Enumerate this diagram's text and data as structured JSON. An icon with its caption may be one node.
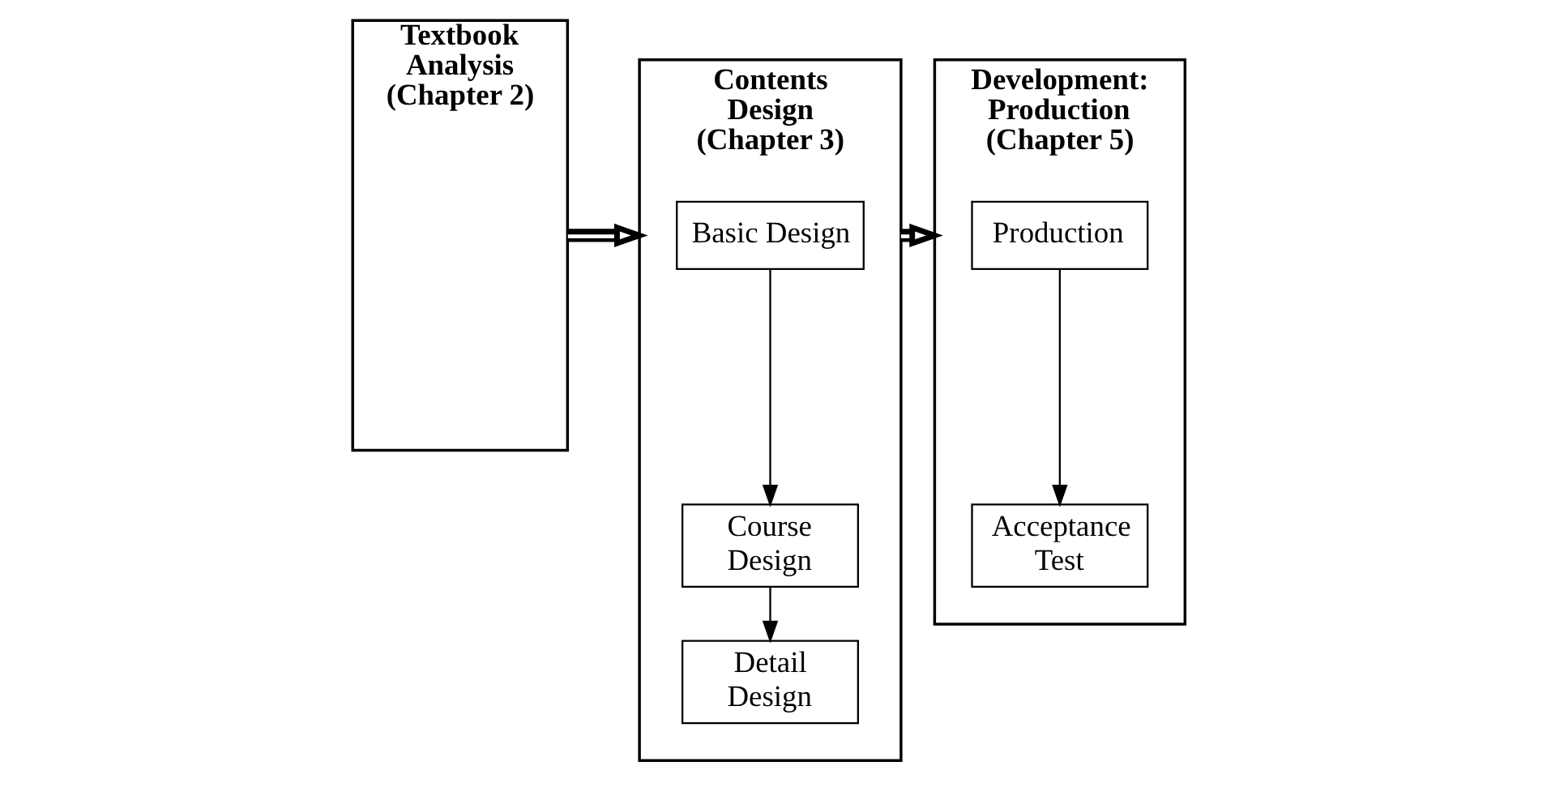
{
  "diagram": {
    "nodes": [
      {
        "text": [
          "Textbook Analysis (Chapter 2)"
        ]
      },
      {
        "text": [
          "Contents Design (Chapter 3)"
        ]
      },
      {
        "text": [
          "Basic Design"
        ],
        "in": 1
      },
      {
        "text": [
          "Course Design"
        ],
        "in": 1
      },
      {
        "text": [
          "Detail Design"
        ],
        "in": 1
      },
      {
        "text": [
          "Development: Production (Chapter 5)"
        ]
      },
      {
        "text": [
          "Production"
        ],
        "in": 5
      },
      {
        "text": [
          "Acceptance Test"
        ],
        "in": 5
      }
    ],
    "edges": [
      {
        "from": 0,
        "to": 1,
        "arrow": "to",
        "style": "thick"
      },
      {
        "from": 2,
        "to": 3,
        "arrow": "to"
      },
      {
        "from": 3,
        "to": 4,
        "arrow": "to"
      },
      {
        "from": 1,
        "to": 5,
        "arrow": "to",
        "style": "thick"
      },
      {
        "from": 6,
        "to": 7,
        "arrow": "to"
      }
    ]
  }
}
